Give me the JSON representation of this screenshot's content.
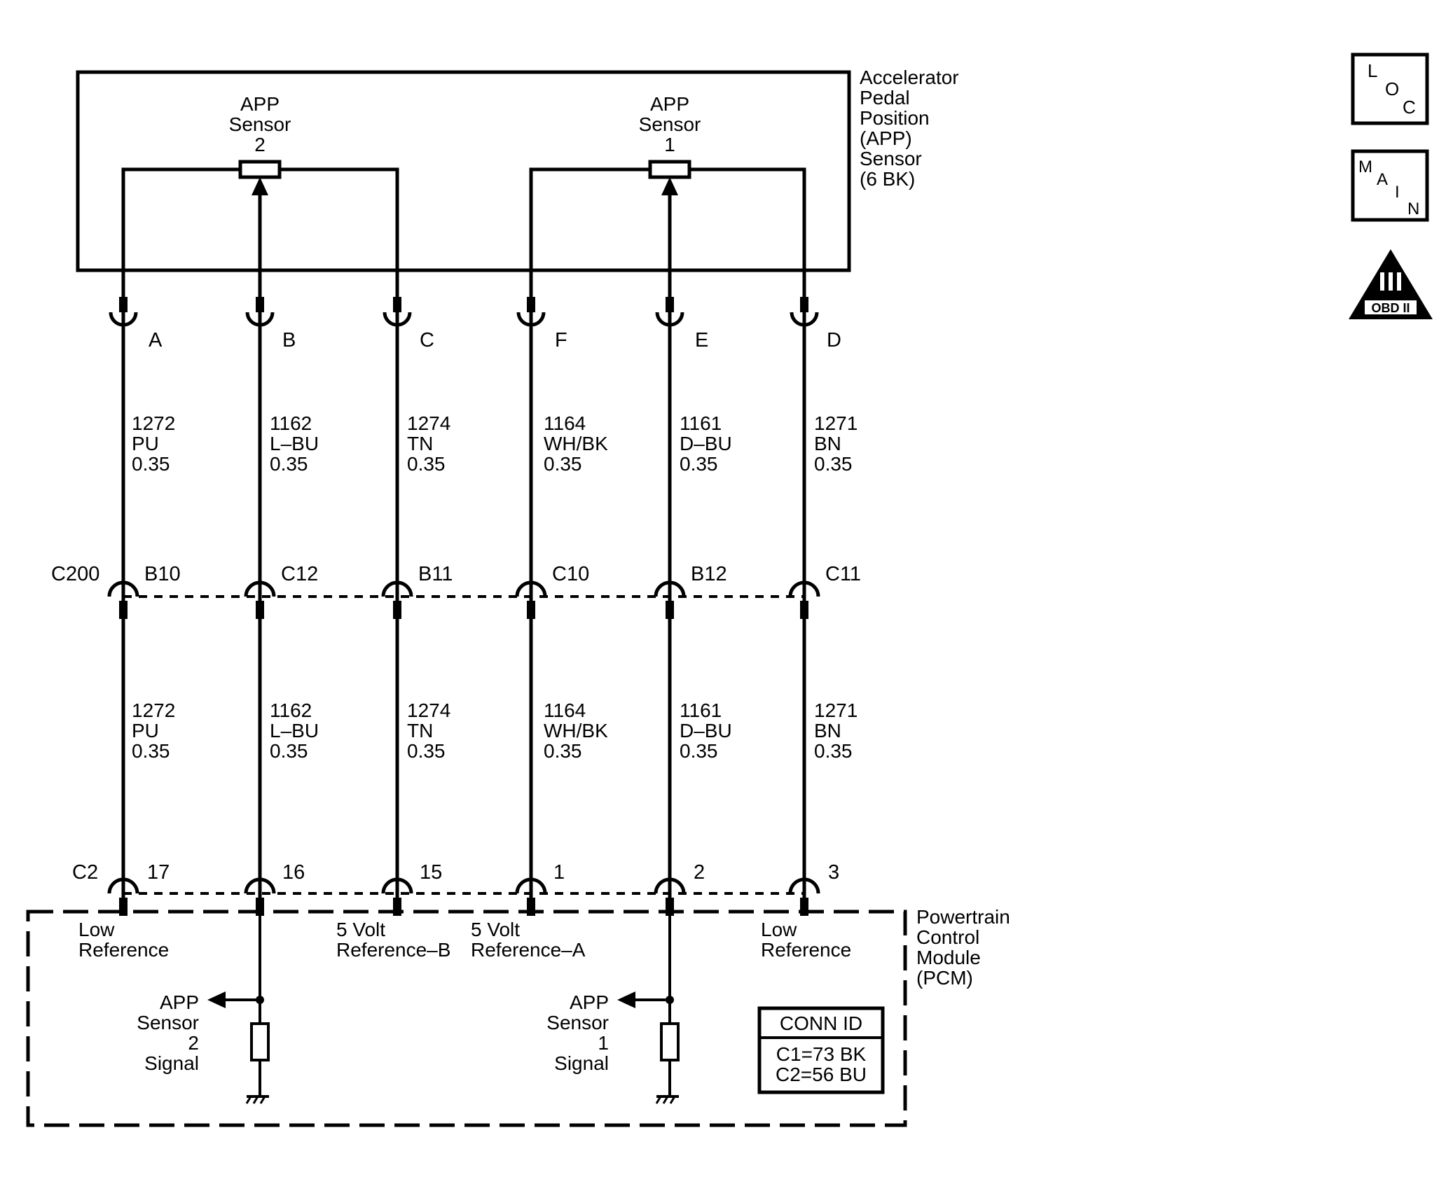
{
  "sensor": {
    "title_lines": [
      "Accelerator",
      "Pedal",
      "Position",
      "(APP)",
      "Sensor",
      "(6 BK)"
    ],
    "app2_label": [
      "APP",
      "Sensor",
      "2"
    ],
    "app1_label": [
      "APP",
      "Sensor",
      "1"
    ]
  },
  "icons": {
    "loc": "loc-icon",
    "main": "main-icon",
    "obd": "obd-ii-icon",
    "obd_text": "OBD II"
  },
  "circuits": [
    {
      "sensor_pin": "A",
      "circuit": "1272",
      "color": "PU",
      "gauge": "0.35",
      "c200_pin": "B10",
      "c2_pin": "17",
      "pcm_label": [
        "Low",
        "Reference"
      ]
    },
    {
      "sensor_pin": "B",
      "circuit": "1162",
      "color": "L–BU",
      "gauge": "0.35",
      "c200_pin": "C12",
      "c2_pin": "16",
      "pcm_label": []
    },
    {
      "sensor_pin": "C",
      "circuit": "1274",
      "color": "TN",
      "gauge": "0.35",
      "c200_pin": "B11",
      "c2_pin": "15",
      "pcm_label": [
        "5 Volt",
        "Reference–B"
      ]
    },
    {
      "sensor_pin": "F",
      "circuit": "1164",
      "color": "WH/BK",
      "gauge": "0.35",
      "c200_pin": "C10",
      "c2_pin": "1",
      "pcm_label": [
        "5 Volt",
        "Reference–A"
      ]
    },
    {
      "sensor_pin": "E",
      "circuit": "1161",
      "color": "D–BU",
      "gauge": "0.35",
      "c200_pin": "B12",
      "c2_pin": "2",
      "pcm_label": []
    },
    {
      "sensor_pin": "D",
      "circuit": "1271",
      "color": "BN",
      "gauge": "0.35",
      "c200_pin": "C11",
      "c2_pin": "3",
      "pcm_label": [
        "Low",
        "Reference"
      ]
    }
  ],
  "connectors": {
    "c200": "C200",
    "c2": "C2"
  },
  "pcm": {
    "title_lines": [
      "Powertrain",
      "Control",
      "Module",
      "(PCM)"
    ],
    "sensor2_signal": [
      "APP",
      "Sensor",
      "2",
      "Signal"
    ],
    "sensor1_signal": [
      "APP",
      "Sensor",
      "1",
      "Signal"
    ],
    "conn_id_title": "CONN ID",
    "conn_id_lines": [
      "C1=73 BK",
      "C2=56 BU"
    ]
  }
}
